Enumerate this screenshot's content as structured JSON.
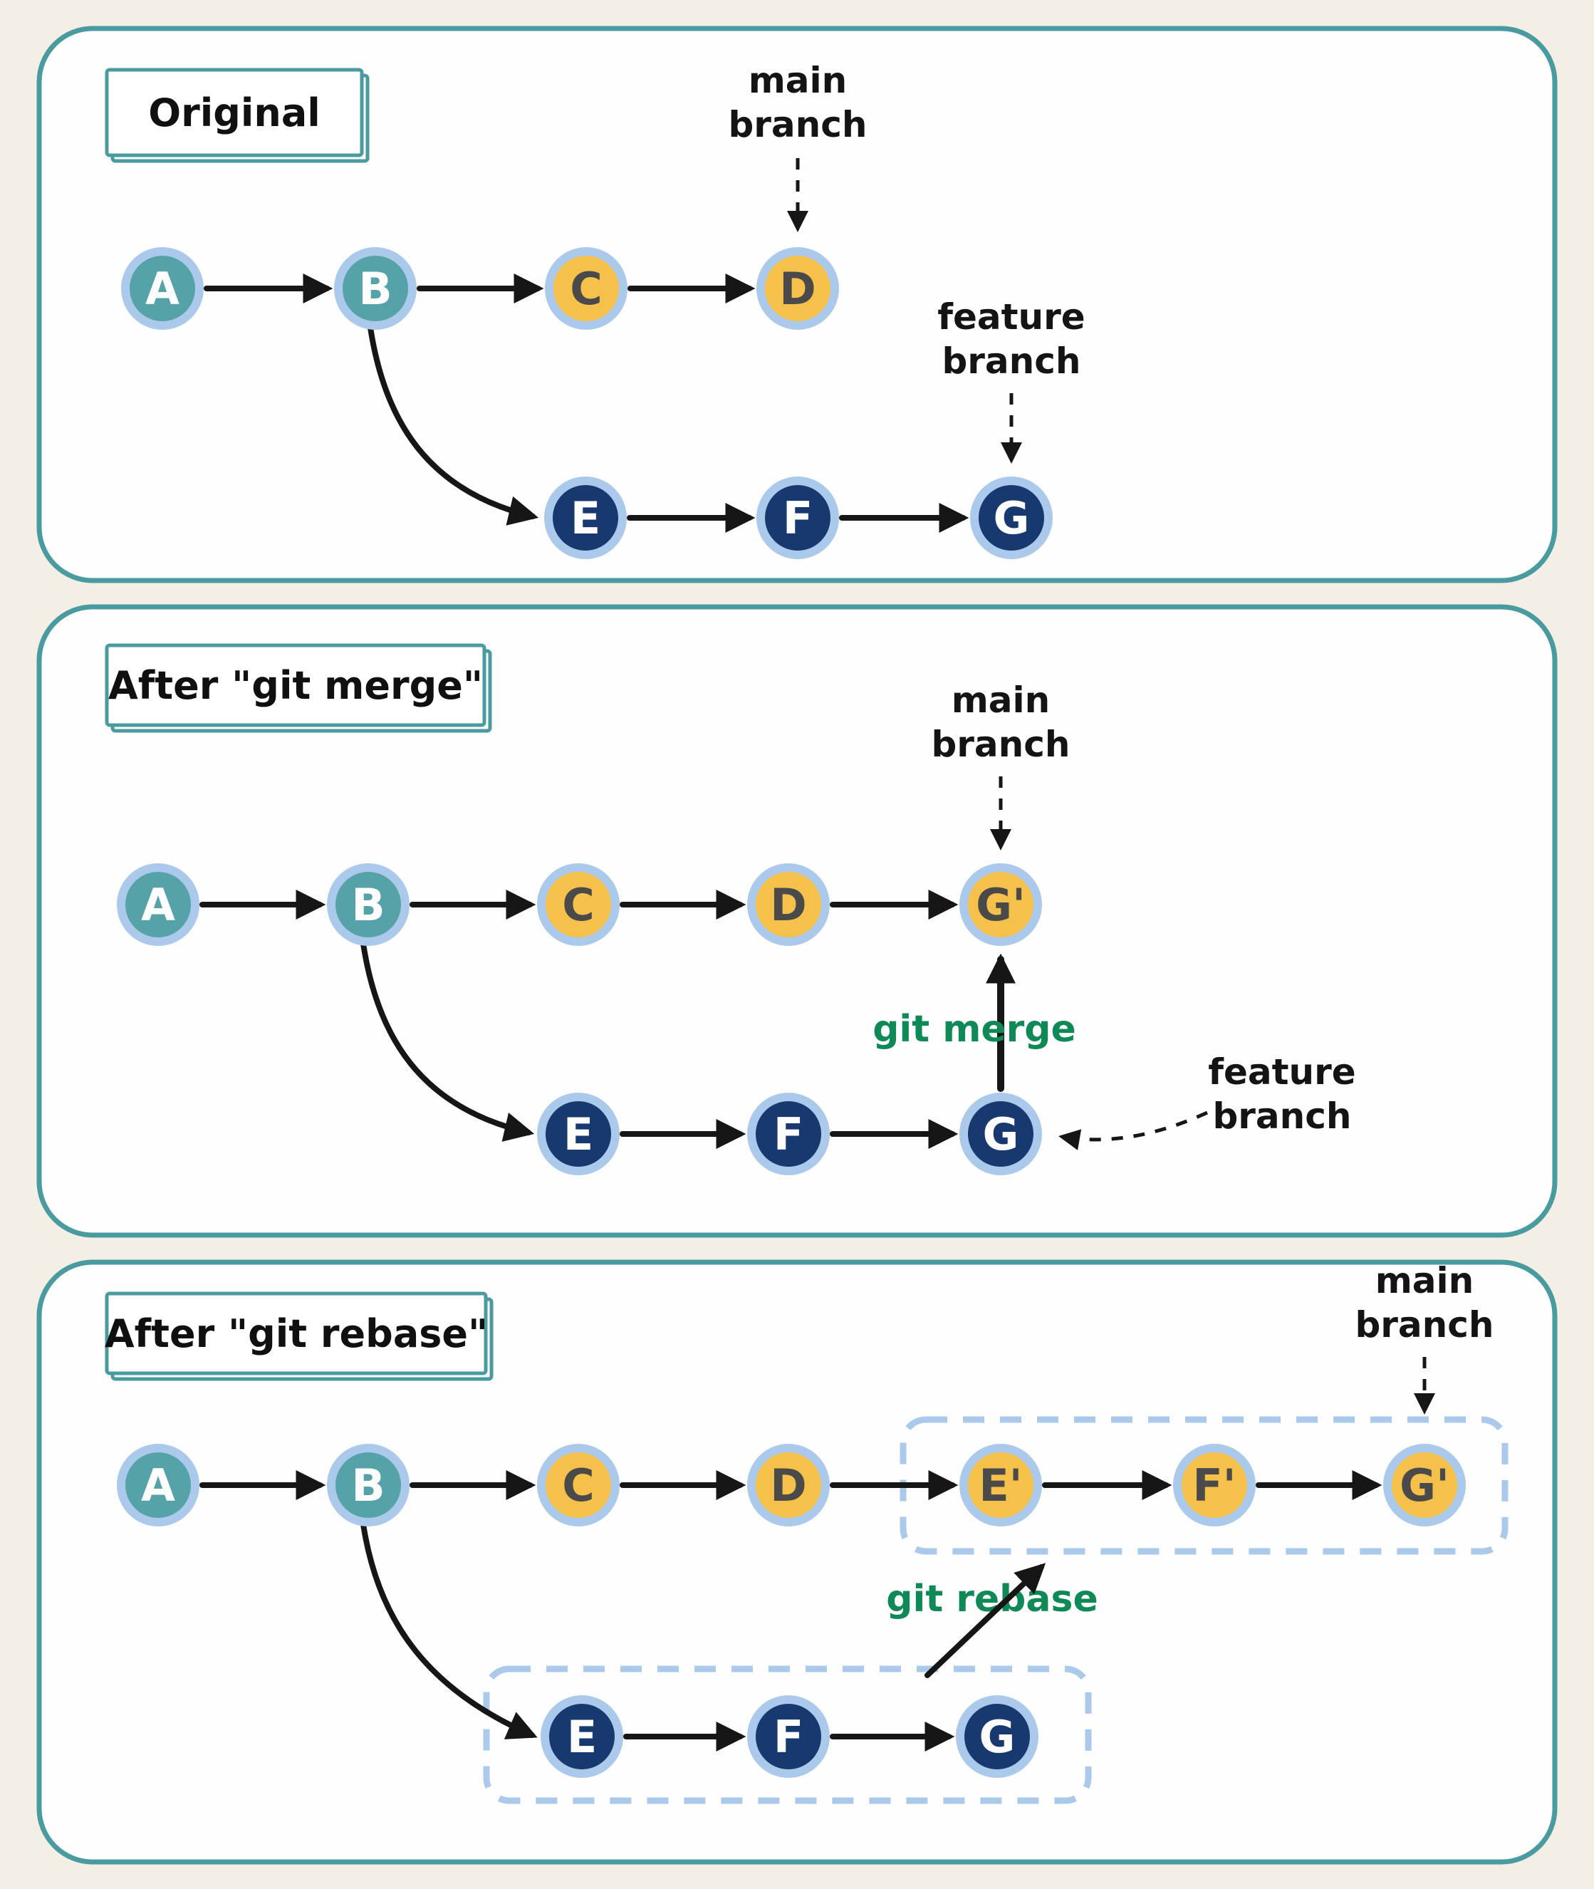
{
  "colors": {
    "background": "#f3efe7",
    "panel_border": "#4a9ba0",
    "node_ring": "#abc9ea",
    "teal_node": "#55a3a8",
    "yellow_node": "#f6c14b",
    "navy_node": "#17396f",
    "green_text": "#0f8a57",
    "arrow": "#161616"
  },
  "panel1": {
    "title": "Original",
    "labels": {
      "main1": "main",
      "main2": "branch",
      "feat1": "feature",
      "feat2": "branch"
    },
    "nodes": {
      "a": "A",
      "b": "B",
      "c": "C",
      "d": "D",
      "e": "E",
      "f": "F",
      "g": "G"
    }
  },
  "panel2": {
    "title": "After \"git merge\"",
    "labels": {
      "main1": "main",
      "main2": "branch",
      "feat1": "feature",
      "feat2": "branch",
      "merge": "git merge"
    },
    "nodes": {
      "a": "A",
      "b": "B",
      "c": "C",
      "d": "D",
      "gp": "G'",
      "e": "E",
      "f": "F",
      "g": "G"
    }
  },
  "panel3": {
    "title": "After \"git rebase\"",
    "labels": {
      "main1": "main",
      "main2": "branch",
      "rebase": "git rebase"
    },
    "nodes": {
      "a": "A",
      "b": "B",
      "c": "C",
      "d": "D",
      "ep": "E'",
      "fp": "F'",
      "gp": "G'",
      "e": "E",
      "f": "F",
      "g": "G"
    }
  }
}
